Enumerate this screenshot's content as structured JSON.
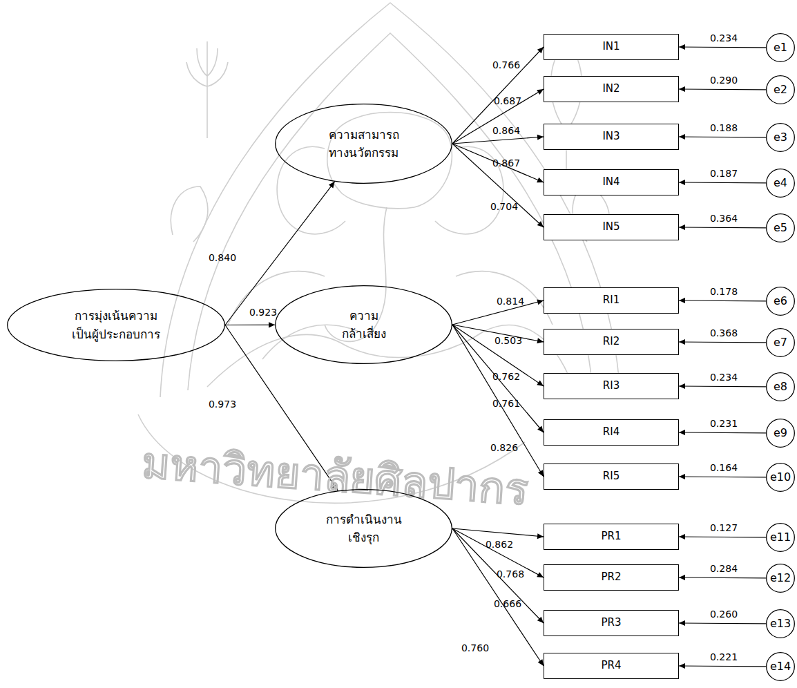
{
  "diagram": {
    "nodes": [
      {
        "text": [
          "การมุ่งเน้นความ เป็นผู้ประกอบการ"
        ]
      },
      {
        "text": [
          "ความสามารถ ทางนวัตกรรม"
        ]
      },
      {
        "text": [
          "ความ กล้าเสี่ยง"
        ]
      },
      {
        "text": [
          "การดำเนินงาน เชิงรุก"
        ]
      },
      {
        "text": [
          "IN1"
        ]
      },
      {
        "text": [
          "IN2"
        ]
      },
      {
        "text": [
          "IN3"
        ]
      },
      {
        "text": [
          "IN4"
        ]
      },
      {
        "text": [
          "IN5"
        ]
      },
      {
        "text": [
          "RI1"
        ]
      },
      {
        "text": [
          "RI2"
        ]
      },
      {
        "text": [
          "RI3"
        ]
      },
      {
        "text": [
          "RI4"
        ]
      },
      {
        "text": [
          "RI5"
        ]
      },
      {
        "text": [
          "PR1"
        ]
      },
      {
        "text": [
          "PR2"
        ]
      },
      {
        "text": [
          "PR3"
        ]
      },
      {
        "text": [
          "PR4"
        ]
      },
      {
        "text": [
          "e1"
        ]
      },
      {
        "text": [
          "e2"
        ]
      },
      {
        "text": [
          "e3"
        ]
      },
      {
        "text": [
          "e4"
        ]
      },
      {
        "text": [
          "e5"
        ]
      },
      {
        "text": [
          "e6"
        ]
      },
      {
        "text": [
          "e7"
        ]
      },
      {
        "text": [
          "e8"
        ]
      },
      {
        "text": [
          "e9"
        ]
      },
      {
        "text": [
          "e10"
        ]
      },
      {
        "text": [
          "e11"
        ]
      },
      {
        "text": [
          "e12"
        ]
      },
      {
        "text": [
          "e13"
        ]
      },
      {
        "text": [
          "e14"
        ]
      }
    ],
    "edges": [
      {
        "from": 0,
        "to": 1,
        "label": "0.840",
        "arrow": "to"
      },
      {
        "from": 0,
        "to": 2,
        "label": "0.923",
        "arrow": "to"
      },
      {
        "from": 0,
        "to": 3,
        "label": "0.973",
        "arrow": "to"
      },
      {
        "from": 1,
        "to": 4,
        "label": "0.766",
        "arrow": "to"
      },
      {
        "from": 1,
        "to": 5,
        "label": "0.687",
        "arrow": "to"
      },
      {
        "from": 1,
        "to": 6,
        "label": "0.864",
        "arrow": "to"
      },
      {
        "from": 1,
        "to": 7,
        "label": "0.867",
        "arrow": "to"
      },
      {
        "from": 1,
        "to": 8,
        "label": "0.704",
        "arrow": "to"
      },
      {
        "from": 2,
        "to": 9,
        "label": "0.814",
        "arrow": "to"
      },
      {
        "from": 2,
        "to": 10,
        "label": "0.503",
        "arrow": "to"
      },
      {
        "from": 2,
        "to": 11,
        "label": "0.762",
        "arrow": "to"
      },
      {
        "from": 2,
        "to": 12,
        "label": "0.761",
        "arrow": "to"
      },
      {
        "from": 2,
        "to": 13,
        "label": "0.826",
        "arrow": "to"
      },
      {
        "from": 3,
        "to": 14,
        "label": "0.862",
        "arrow": "to"
      },
      {
        "from": 3,
        "to": 15,
        "label": "0.768",
        "arrow": "to"
      },
      {
        "from": 3,
        "to": 16,
        "label": "0.666",
        "arrow": "to"
      },
      {
        "from": 3,
        "to": 17,
        "label": "0.760",
        "arrow": "to"
      },
      {
        "from": 18,
        "to": 4,
        "label": "0.234",
        "arrow": "to"
      },
      {
        "from": 19,
        "to": 5,
        "label": "0.290",
        "arrow": "to"
      },
      {
        "from": 20,
        "to": 6,
        "label": "0.188",
        "arrow": "to"
      },
      {
        "from": 21,
        "to": 7,
        "label": "0.187",
        "arrow": "to"
      },
      {
        "from": 22,
        "to": 8,
        "label": "0.364",
        "arrow": "to"
      },
      {
        "from": 23,
        "to": 9,
        "label": "0.178",
        "arrow": "to"
      },
      {
        "from": 24,
        "to": 10,
        "label": "0.368",
        "arrow": "to"
      },
      {
        "from": 25,
        "to": 11,
        "label": "0.234",
        "arrow": "to"
      },
      {
        "from": 26,
        "to": 12,
        "label": "0.231",
        "arrow": "to"
      },
      {
        "from": 27,
        "to": 13,
        "label": "0.164",
        "arrow": "to"
      },
      {
        "from": 28,
        "to": 14,
        "label": "0.127",
        "arrow": "to"
      },
      {
        "from": 29,
        "to": 15,
        "label": "0.284",
        "arrow": "to"
      },
      {
        "from": 30,
        "to": 16,
        "label": "0.260",
        "arrow": "to"
      },
      {
        "from": 31,
        "to": 17,
        "label": "0.221",
        "arrow": "to"
      }
    ],
    "labels": [
      "มหาวิทยาลัยศิลปากร"
    ]
  }
}
